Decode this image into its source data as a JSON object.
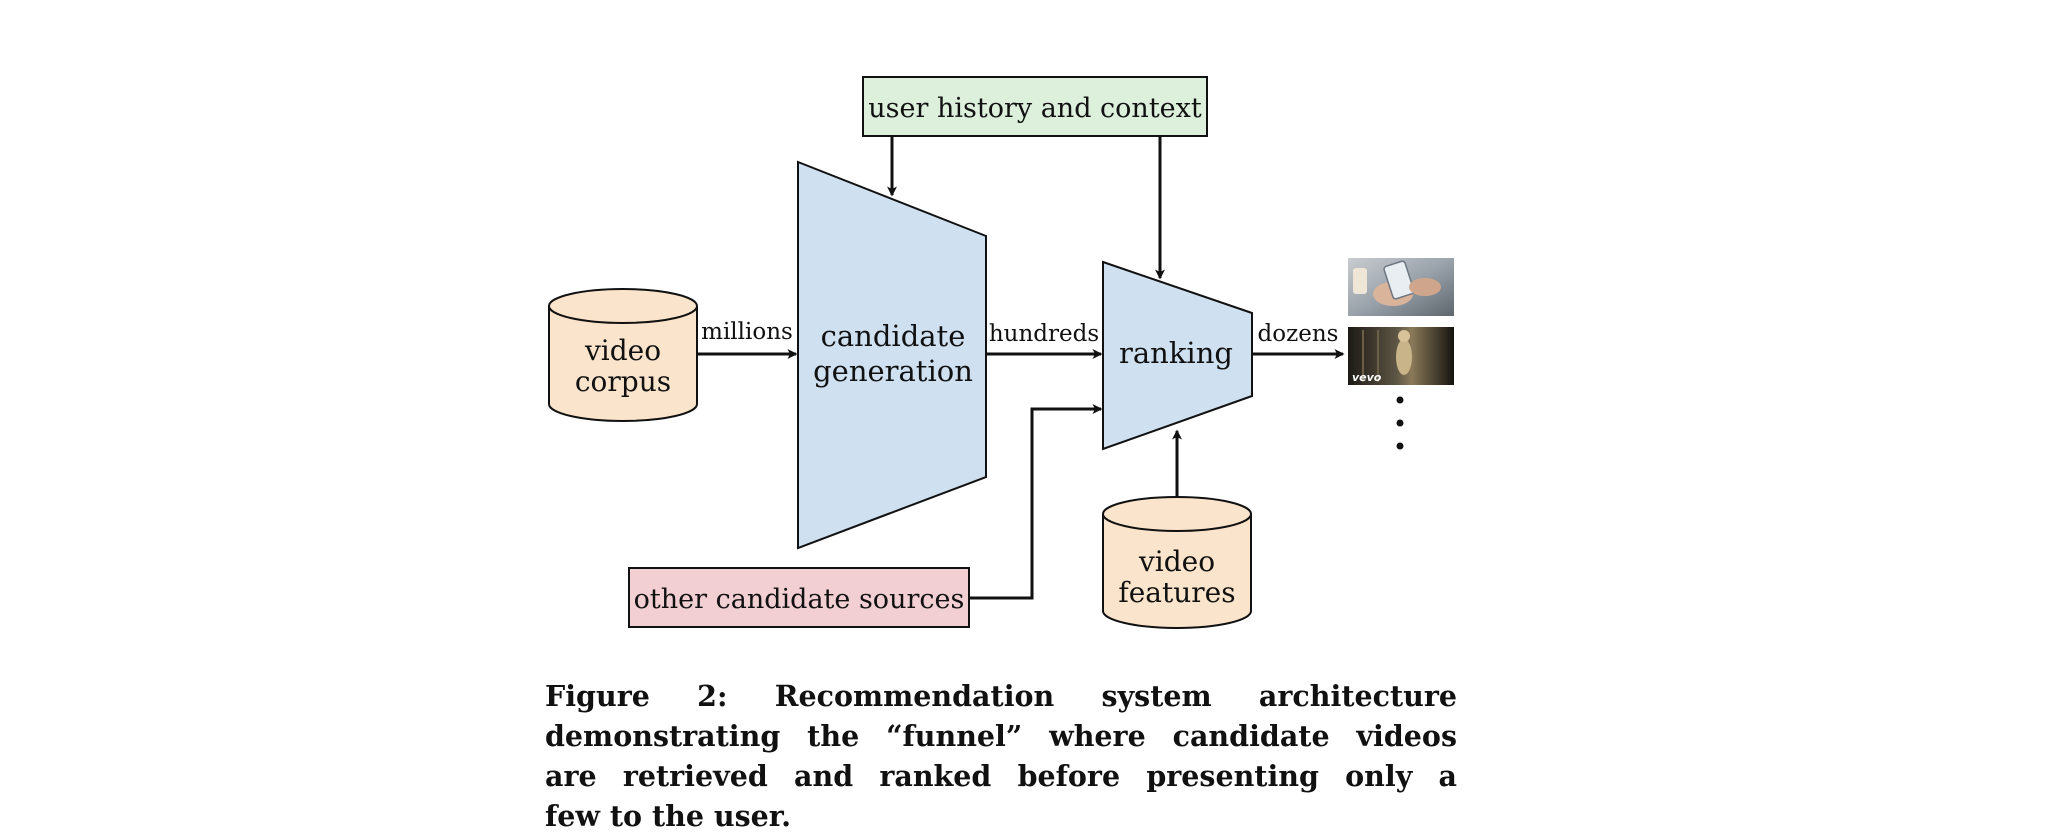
{
  "diagram": {
    "nodes": {
      "user_history": "user history and context",
      "video_corpus_line1": "video",
      "video_corpus_line2": "corpus",
      "candidate_generation_line1": "candidate",
      "candidate_generation_line2": "generation",
      "ranking": "ranking",
      "video_features_line1": "video",
      "video_features_line2": "features",
      "other_sources": "other candidate sources"
    },
    "edge_labels": {
      "millions": "millions",
      "hundreds": "hundreds",
      "dozens": "dozens"
    },
    "colors": {
      "funnel_fill": "#cfe0f1",
      "cylinder_fill": "#fbe4cc",
      "user_history_fill": "#dcf0db",
      "other_sources_fill": "#f2cfd2",
      "stroke": "#111111"
    },
    "output_thumbnails": {
      "watermark": "vevo",
      "continuation": "⋮"
    }
  },
  "caption": {
    "line1": "Figure 2:  Recommendation system architecture",
    "line2": "demonstrating the “funnel” where candidate videos",
    "line3": "are retrieved and ranked before presenting only a",
    "line4": "few to the user."
  }
}
